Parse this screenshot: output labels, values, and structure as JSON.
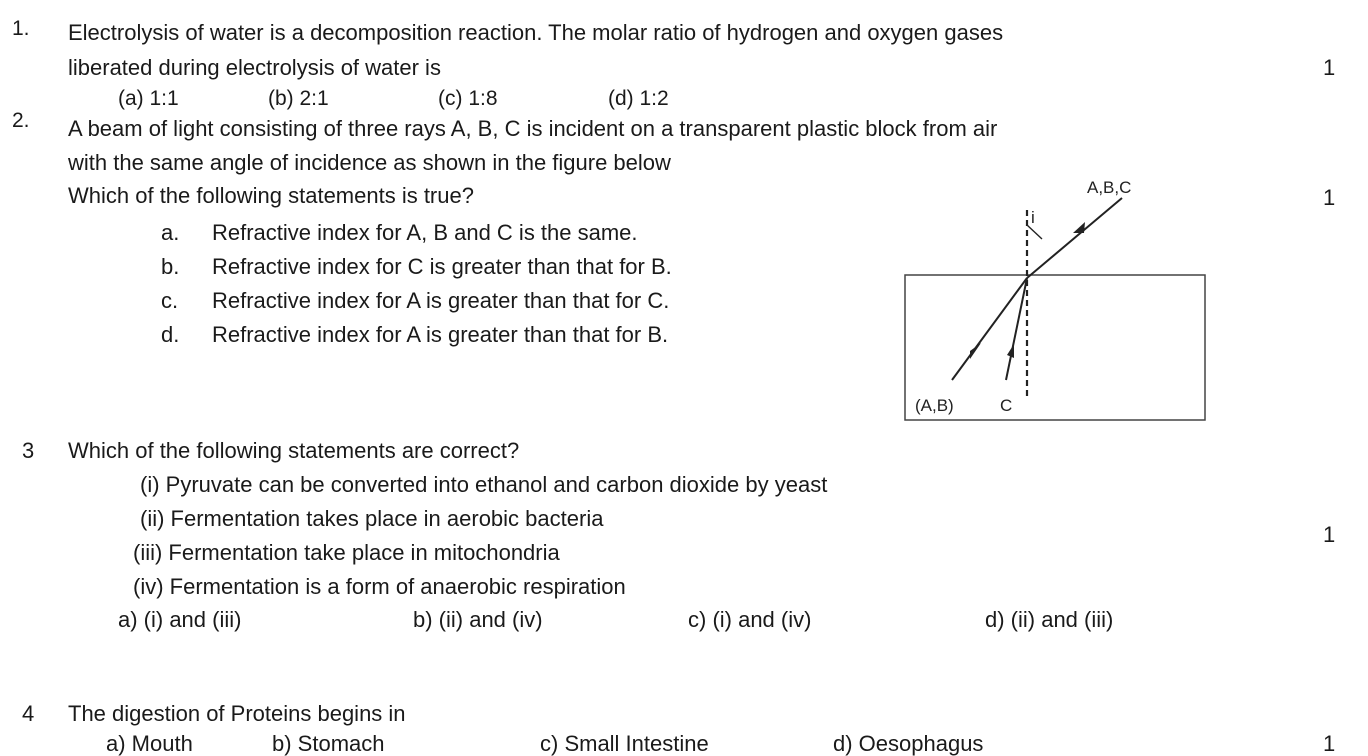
{
  "questions": [
    {
      "number": "1.",
      "text_line1": "Electrolysis of water is a decomposition reaction. The molar ratio of hydrogen and oxygen gases",
      "text_line2": "liberated during electrolysis of water is",
      "marks": "1",
      "options": [
        "(a)  1:1",
        "(b) 2:1",
        "(c)  1:8",
        "(d) 1:2"
      ]
    },
    {
      "number": "2.",
      "text_line1": "A beam of light consisting of three rays A, B, C is incident on a transparent plastic block from air",
      "text_line2": "with the same angle of incidence as shown in the figure below",
      "text_line3": "Which of the following statements is true?",
      "marks": "1",
      "options": [
        {
          "letter": "a.",
          "text": "Refractive index for A, B and C is the same."
        },
        {
          "letter": "b.",
          "text": "Refractive index for C is greater than that for B."
        },
        {
          "letter": "c.",
          "text": "Refractive index for A is greater than that for C."
        },
        {
          "letter": "d.",
          "text": "Refractive index for A is greater than that for B."
        }
      ],
      "figure": {
        "label_incident": "A,B,C",
        "label_angle": "i",
        "label_ray_ab": "(A,B)",
        "label_ray_c": "C"
      }
    },
    {
      "number": "3",
      "text_line1": "Which of the following statements are correct?",
      "statements": [
        "(i) Pyruvate can be converted into ethanol and carbon dioxide by yeast",
        "(ii) Fermentation takes place in aerobic bacteria",
        "(iii) Fermentation take place in mitochondria",
        "(iv) Fermentation is a form of anaerobic respiration"
      ],
      "marks": "1",
      "options": [
        "a) (i) and (iii)",
        "b) (ii) and (iv)",
        "c) (i) and (iv)",
        "d) (ii) and (iii)"
      ]
    },
    {
      "number": "4",
      "text_line1": "The digestion of Proteins begins in",
      "marks": "1",
      "options": [
        "a) Mouth",
        "b) Stomach",
        "c) Small Intestine",
        "d) Oesophagus"
      ]
    }
  ]
}
